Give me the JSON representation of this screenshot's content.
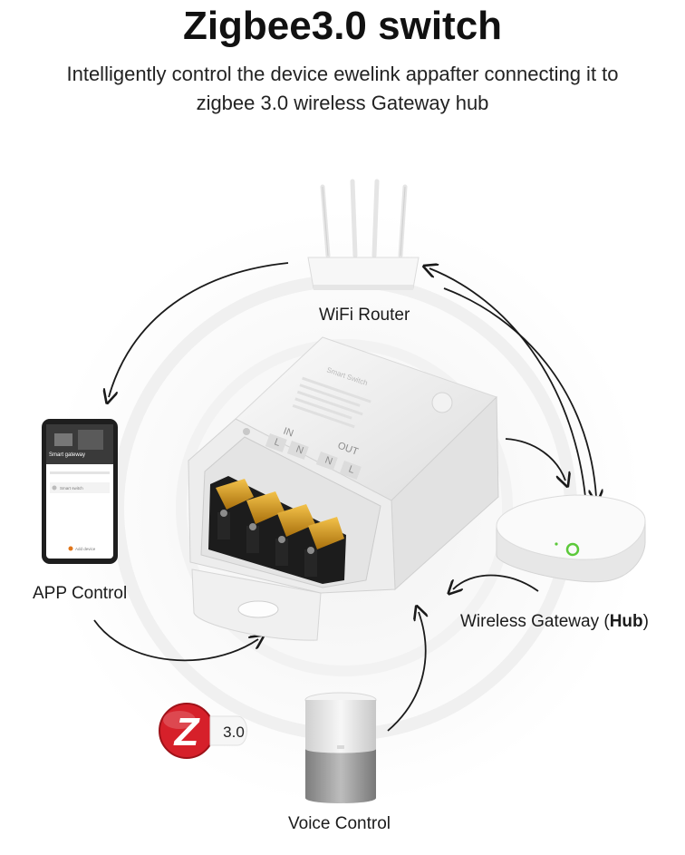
{
  "header": {
    "title": "Zigbee3.0 switch",
    "subtitle_line1": "Intelligently control the device ewelink appafter connecting it to",
    "subtitle_line2": "zigbee 3.0 wireless Gateway hub"
  },
  "labels": {
    "wifi_router": "WiFi Router",
    "app_control": "APP Control",
    "wireless_gateway": "Wireless Gateway (",
    "wireless_gateway_bold": "Hub",
    "wireless_gateway_end": ")",
    "voice_control": "Voice Control"
  },
  "phone": {
    "screen_title": "Smart gateway",
    "item_label": "Smart switch",
    "bottom_label": "Add device"
  },
  "switch_device": {
    "print_title": "Smart Switch",
    "in_label": "IN",
    "out_label": "OUT",
    "terminal_n": "N",
    "terminal_l": "L"
  },
  "zigbee_badge": {
    "version": "3.0",
    "letter": "Z"
  },
  "colors": {
    "zigbee_red": "#d6202a",
    "gateway_led": "#5cc93a",
    "terminal_gold": "#d9a21b"
  }
}
